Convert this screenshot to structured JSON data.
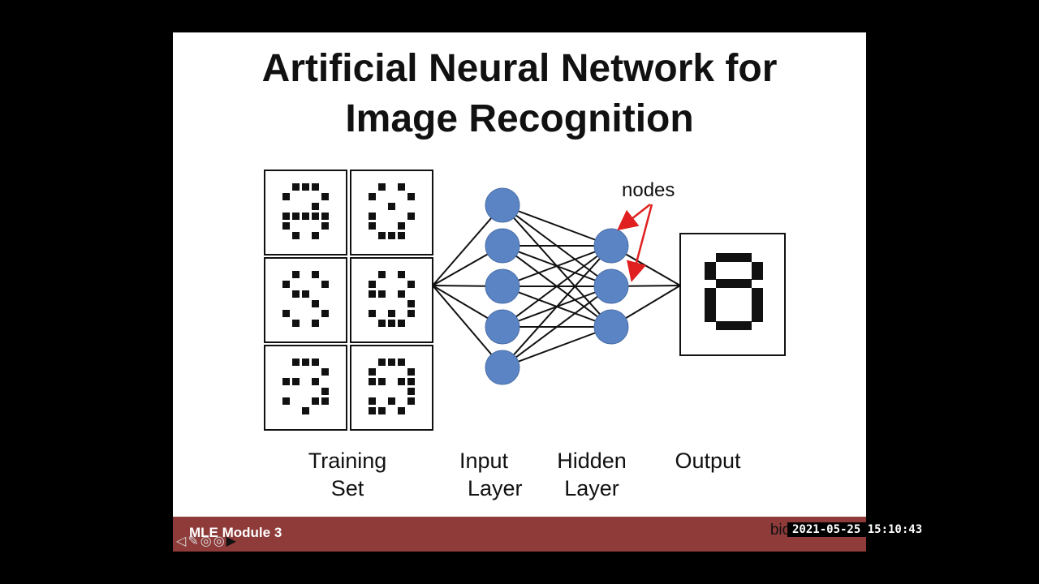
{
  "slide": {
    "title_line1": "Artificial Neural Network for",
    "title_line2": "Image Recognition",
    "nodes_label": "nodes",
    "labels": {
      "training_line1": "Training",
      "training_line2": "Set",
      "input_line1": "Input",
      "input_line2": "Layer",
      "hidden_line1": "Hidden",
      "hidden_line2": "Layer",
      "output": "Output"
    },
    "footer_left": "MLE Module 3",
    "footer_right": "bioinform"
  },
  "overlay": {
    "timestamp": "2021-05-25  15:10:43"
  },
  "colors": {
    "node": "#5b84c4",
    "arrow": "#e02020",
    "footer": "#8e3b3a"
  },
  "network": {
    "input_nodes": 5,
    "hidden_nodes": 3,
    "output_digit": "8"
  }
}
